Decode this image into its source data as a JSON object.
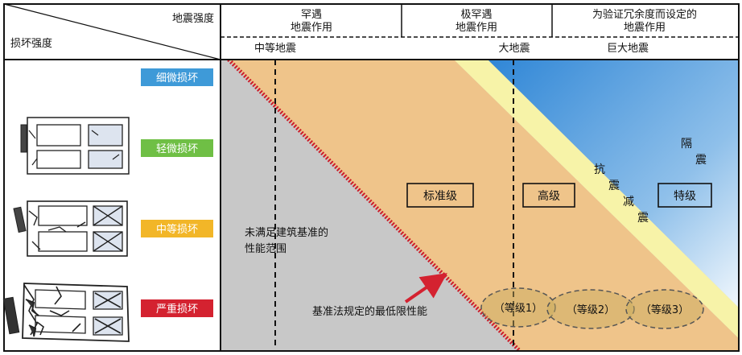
{
  "header": {
    "seismic_intensity_label": "地震强度",
    "damage_intensity_label": "损坏强度",
    "columns": [
      {
        "line1": "罕遇",
        "line2": "地震作用"
      },
      {
        "line1": "极罕遇",
        "line2": "地震作用"
      },
      {
        "line1": "为验证冗余度而设定的",
        "line2": "地震作用"
      }
    ],
    "earthquake_levels": [
      "中等地震",
      "大地震",
      "巨大地震"
    ]
  },
  "damage_levels": [
    {
      "label": "细微损坏",
      "color": "#3e9ad8"
    },
    {
      "label": "轻微损坏",
      "color": "#6fbf45"
    },
    {
      "label": "中等损坏",
      "color": "#f2b628"
    },
    {
      "label": "严重损坏",
      "color": "#d42230"
    }
  ],
  "zones": {
    "gray_color": "#c8c8c8",
    "orange_color": "#efc48a",
    "yellow_color": "#f7f3a8",
    "blue_color": "#3c8fd8",
    "unmet_label": [
      "未满足建筑基准的",
      "性能范围"
    ],
    "minimum_label": "基准法规定的最低限性能",
    "boxes": [
      "标准级",
      "高级",
      "特级"
    ],
    "vertical_words": [
      {
        "chars": [
          "隔",
          "震"
        ]
      },
      {
        "chars": [
          "抗",
          "震",
          "减",
          "震"
        ]
      }
    ],
    "grades": [
      "（等级1）",
      "（等级2）",
      "（等级3）"
    ]
  }
}
